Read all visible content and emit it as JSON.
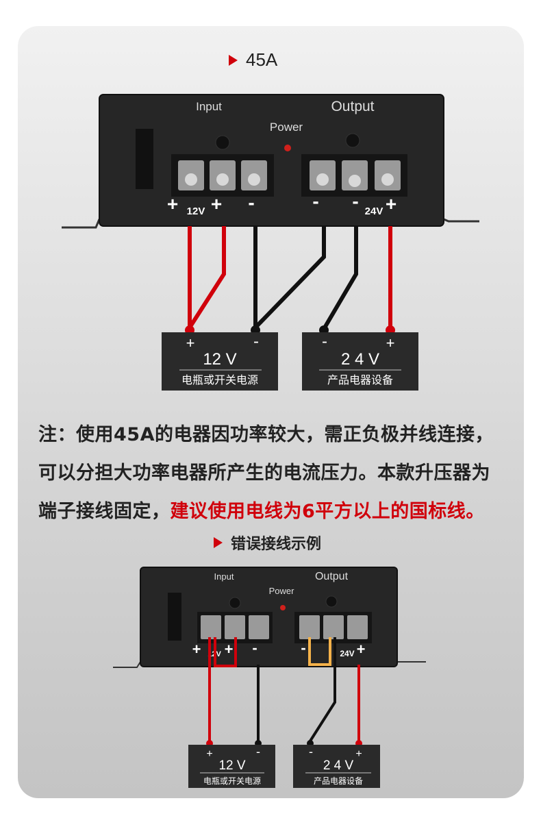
{
  "top": {
    "title": "45A",
    "device": {
      "input_label": "Input",
      "output_label": "Output",
      "power_label": "Power",
      "in_voltage": "12V",
      "out_voltage": "24V",
      "plus": "+",
      "minus": "-"
    },
    "source": {
      "voltage": "12 V",
      "name": "电瓶或开关电源",
      "plus": "+",
      "minus": "-"
    },
    "load": {
      "voltage": "2 4 V",
      "name": "产品电器设备",
      "plus": "+",
      "minus": "-"
    }
  },
  "note": {
    "line1": "注：使用45A的电器因功率较大，需正负极并线连接，",
    "line2": "可以分担大功率电器所产生的电流压力。本款升压器为",
    "line3_black": "端子接线固定，",
    "line3_red": "建议使用电线为6平方以上的国标线。"
  },
  "bottom": {
    "title": "错误接线示例",
    "device": {
      "input_label": "Input",
      "output_label": "Output",
      "power_label": "Power",
      "in_voltage": "12V",
      "out_voltage": "24V",
      "plus": "+",
      "minus": "-"
    },
    "source": {
      "voltage": "12 V",
      "name": "电瓶或开关电源",
      "plus": "+",
      "minus": "-"
    },
    "load": {
      "voltage": "2 4 V",
      "name": "产品电器设备",
      "plus": "+",
      "minus": "-"
    }
  },
  "colors": {
    "red_wire": "#d0000b",
    "black_wire": "#111111",
    "wrong_jumper": "#f5b24a",
    "device": "#262626"
  }
}
